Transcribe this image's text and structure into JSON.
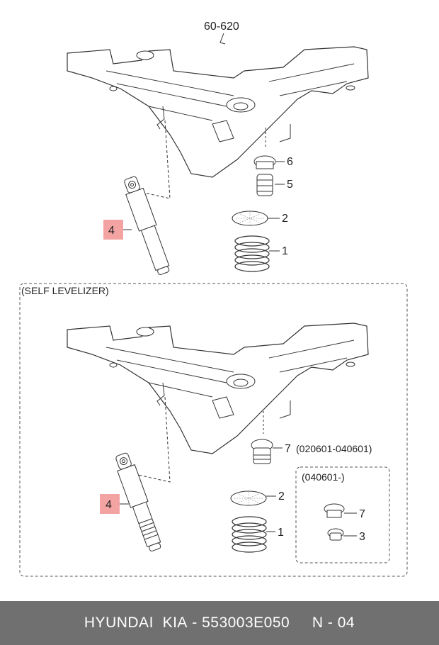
{
  "top_section": {
    "ref_label": "60-620",
    "callouts": {
      "part6": "6",
      "part5": "5",
      "part2": "2",
      "part1": "1",
      "part4": "4"
    }
  },
  "self_leveler": {
    "title": "(SELF LEVELIZER)",
    "callouts": {
      "part7": "7",
      "part7_range": "(020601-040601)",
      "part2": "2",
      "part1": "1",
      "part4": "4"
    },
    "inset": {
      "title": "(040601-)",
      "part7": "7",
      "part3": "3"
    }
  },
  "footer": {
    "brand": "HYUNDAI  KIA",
    "sep1": " - ",
    "part_number": "553003E050",
    "gap": "     ",
    "page_code": "N - 04"
  },
  "colors": {
    "callout_highlight": "#f4a3a3",
    "footer_bg": "#707070",
    "footer_text": "#ffffff",
    "line": "#333333"
  }
}
